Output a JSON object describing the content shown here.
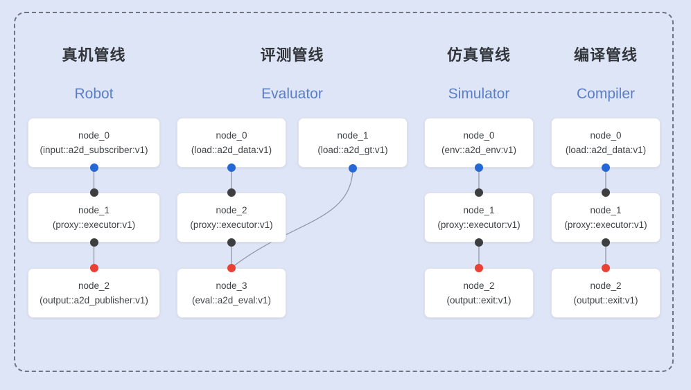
{
  "diagram": {
    "pipelines": [
      {
        "title_zh": "真机管线",
        "title_en": "Robot",
        "nodes": [
          {
            "name": "node_0",
            "spec": "(input::a2d_subscriber:v1)"
          },
          {
            "name": "node_1",
            "spec": "(proxy::executor:v1)"
          },
          {
            "name": "node_2",
            "spec": "(output::a2d_publisher:v1)"
          }
        ]
      },
      {
        "title_zh": "评测管线",
        "title_en": "Evaluator",
        "nodes": [
          {
            "name": "node_0",
            "spec": "(load::a2d_data:v1)"
          },
          {
            "name": "node_1",
            "spec": "(load::a2d_gt:v1)"
          },
          {
            "name": "node_2",
            "spec": "(proxy::executor:v1)"
          },
          {
            "name": "node_3",
            "spec": "(eval::a2d_eval:v1)"
          }
        ]
      },
      {
        "title_zh": "仿真管线",
        "title_en": "Simulator",
        "nodes": [
          {
            "name": "node_0",
            "spec": "(env::a2d_env:v1)"
          },
          {
            "name": "node_1",
            "spec": "(proxy::executor:v1)"
          },
          {
            "name": "node_2",
            "spec": "(output::exit:v1)"
          }
        ]
      },
      {
        "title_zh": "编译管线",
        "title_en": "Compiler",
        "nodes": [
          {
            "name": "node_0",
            "spec": "(load::a2d_data:v1)"
          },
          {
            "name": "node_1",
            "spec": "(proxy::executor:v1)"
          },
          {
            "name": "node_2",
            "spec": "(output::exit:v1)"
          }
        ]
      }
    ],
    "colors": {
      "background": "#dee5f7",
      "frame_dash": "#6f7580",
      "node_fill": "#ffffff",
      "node_border": "#e0e2e8",
      "node_text": "#3f4245",
      "title_zh": "#32353a",
      "title_en": "#5b7ec6",
      "edge": "#9099a9",
      "input_port_dot": "#2368d4",
      "mid_port_dot": "#3c3e40",
      "output_port_dot": "#e94235"
    }
  }
}
